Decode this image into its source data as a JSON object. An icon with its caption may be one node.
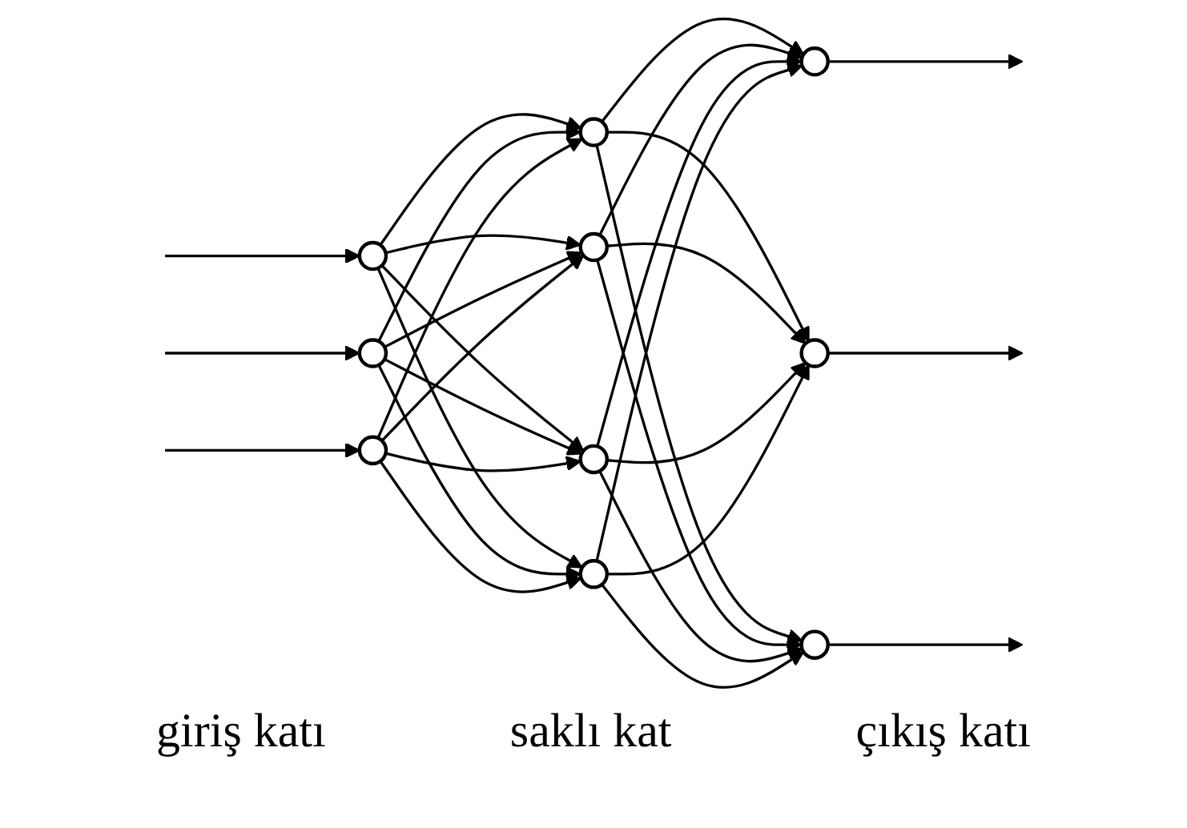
{
  "diagram": {
    "nodes": [
      {
        "text": [],
        "shape": "circle"
      },
      {
        "text": [],
        "shape": "circle"
      },
      {
        "text": [],
        "shape": "circle"
      },
      {
        "text": [],
        "shape": "circle"
      },
      {
        "text": [],
        "shape": "circle"
      },
      {
        "text": [],
        "shape": "circle"
      },
      {
        "text": [],
        "shape": "circle"
      },
      {
        "text": [],
        "shape": "circle"
      },
      {
        "text": [],
        "shape": "circle"
      },
      {
        "text": [],
        "shape": "circle"
      }
    ],
    "edges": [
      {
        "from": null,
        "to": 0,
        "arrow": "to"
      },
      {
        "from": null,
        "to": 1,
        "arrow": "to"
      },
      {
        "from": null,
        "to": 2,
        "arrow": "to"
      },
      {
        "from": 0,
        "to": 3,
        "arrow": "to"
      },
      {
        "from": 0,
        "to": 4,
        "arrow": "to"
      },
      {
        "from": 0,
        "to": 5,
        "arrow": "to"
      },
      {
        "from": 0,
        "to": 6,
        "arrow": "to"
      },
      {
        "from": 1,
        "to": 3,
        "arrow": "to"
      },
      {
        "from": 1,
        "to": 4,
        "arrow": "to"
      },
      {
        "from": 1,
        "to": 5,
        "arrow": "to"
      },
      {
        "from": 1,
        "to": 6,
        "arrow": "to"
      },
      {
        "from": 2,
        "to": 3,
        "arrow": "to"
      },
      {
        "from": 2,
        "to": 4,
        "arrow": "to"
      },
      {
        "from": 2,
        "to": 5,
        "arrow": "to"
      },
      {
        "from": 2,
        "to": 6,
        "arrow": "to"
      },
      {
        "from": 3,
        "to": 7,
        "arrow": "to"
      },
      {
        "from": 3,
        "to": 8,
        "arrow": "to"
      },
      {
        "from": 3,
        "to": 9,
        "arrow": "to"
      },
      {
        "from": 4,
        "to": 7,
        "arrow": "to"
      },
      {
        "from": 4,
        "to": 8,
        "arrow": "to"
      },
      {
        "from": 4,
        "to": 9,
        "arrow": "to"
      },
      {
        "from": 5,
        "to": 7,
        "arrow": "to"
      },
      {
        "from": 5,
        "to": 8,
        "arrow": "to"
      },
      {
        "from": 5,
        "to": 9,
        "arrow": "to"
      },
      {
        "from": 6,
        "to": 7,
        "arrow": "to"
      },
      {
        "from": 6,
        "to": 8,
        "arrow": "to"
      },
      {
        "from": 6,
        "to": 9,
        "arrow": "to"
      },
      {
        "from": 7,
        "to": null,
        "arrow": "to"
      },
      {
        "from": 8,
        "to": null,
        "arrow": "to"
      },
      {
        "from": 9,
        "to": null,
        "arrow": "to"
      }
    ],
    "labels": [
      "giriş katı",
      "saklı kat",
      "çıkış katı"
    ]
  }
}
